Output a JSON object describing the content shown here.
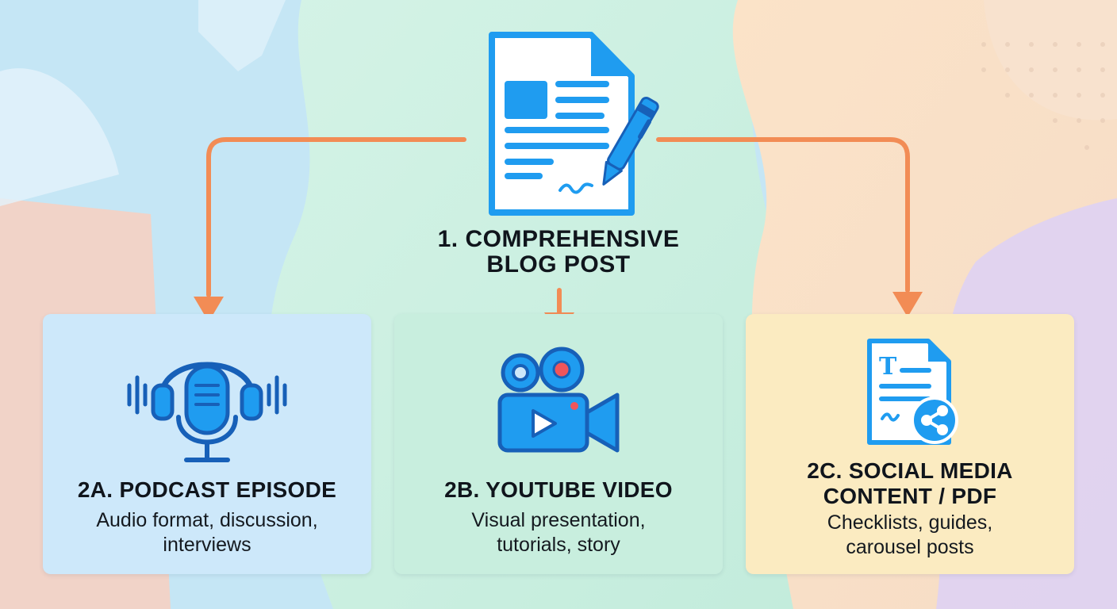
{
  "hub": {
    "title_lines": [
      "1. COMPREHENSIVE",
      "BLOG POST"
    ],
    "icon": "document-pen-icon"
  },
  "outputs": [
    {
      "title_lines": [
        "2A. PODCAST EPISODE"
      ],
      "desc_lines": [
        "Audio format, discussion,",
        "interviews"
      ],
      "icon": "podcast-microphone-headphones-icon"
    },
    {
      "title_lines": [
        "2B. YOUTUBE VIDEO"
      ],
      "desc_lines": [
        "Visual presentation,",
        "tutorials, story"
      ],
      "icon": "video-camera-icon"
    },
    {
      "title_lines": [
        "2C. SOCIAL MEDIA",
        "CONTENT / PDF"
      ],
      "desc_lines": [
        "Checklists, guides,",
        "carousel posts"
      ],
      "icon": "document-share-icon"
    }
  ],
  "colors": {
    "arrow": "#f28c55",
    "icon_blue": "#1f9cf0",
    "icon_stroke": "#1760b8",
    "record_dot": "#f0555a",
    "card_a": "#cde8fa",
    "card_b": "#c8eede",
    "card_c": "#fbebc1"
  }
}
